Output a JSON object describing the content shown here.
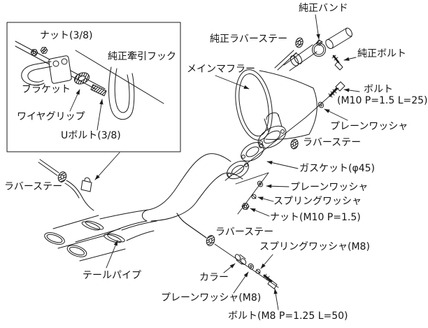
{
  "colors": {
    "background": "#ffffff",
    "line": "#1a1a1a",
    "text": "#131313"
  },
  "inset": {
    "labels": {
      "nut_38": "ナット(3/8)",
      "tow_hook": "純正牽引フック",
      "bracket": "ブラケット",
      "wire_grip": "ワイヤグリップ",
      "u_bolt_38": "Uボルト(3/8)"
    }
  },
  "labels": {
    "stock_band": "純正バンド",
    "stock_rubber_stay": "純正ラバーステー",
    "stock_bolt": "純正ボルト",
    "main_muffler": "メインマフラー",
    "bolt_m10_name": "ボルト",
    "bolt_m10_spec": "(M10 P=1.5 L=25)",
    "plain_washer_upper": "プレーンワッシャ",
    "rubber_stay_upper": "ラバーステー",
    "gasket": "ガスケット(φ45)",
    "plain_washer_mid": "プレーンワッシャ",
    "spring_washer_mid": "スプリングワッシャ",
    "nut_m10": "ナット(M10 P=1.5)",
    "rubber_stay_left": "ラバーステー",
    "rubber_stay_lower": "ラバーステー",
    "spring_washer_m8": "スプリングワッシャ(M8)",
    "tail_pipe": "テールパイプ",
    "collar": "カラー",
    "plain_washer_m8": "プレーンワッシャ(M8)",
    "bolt_m8": "ボルト(M8 P=1.25 L=50)"
  }
}
